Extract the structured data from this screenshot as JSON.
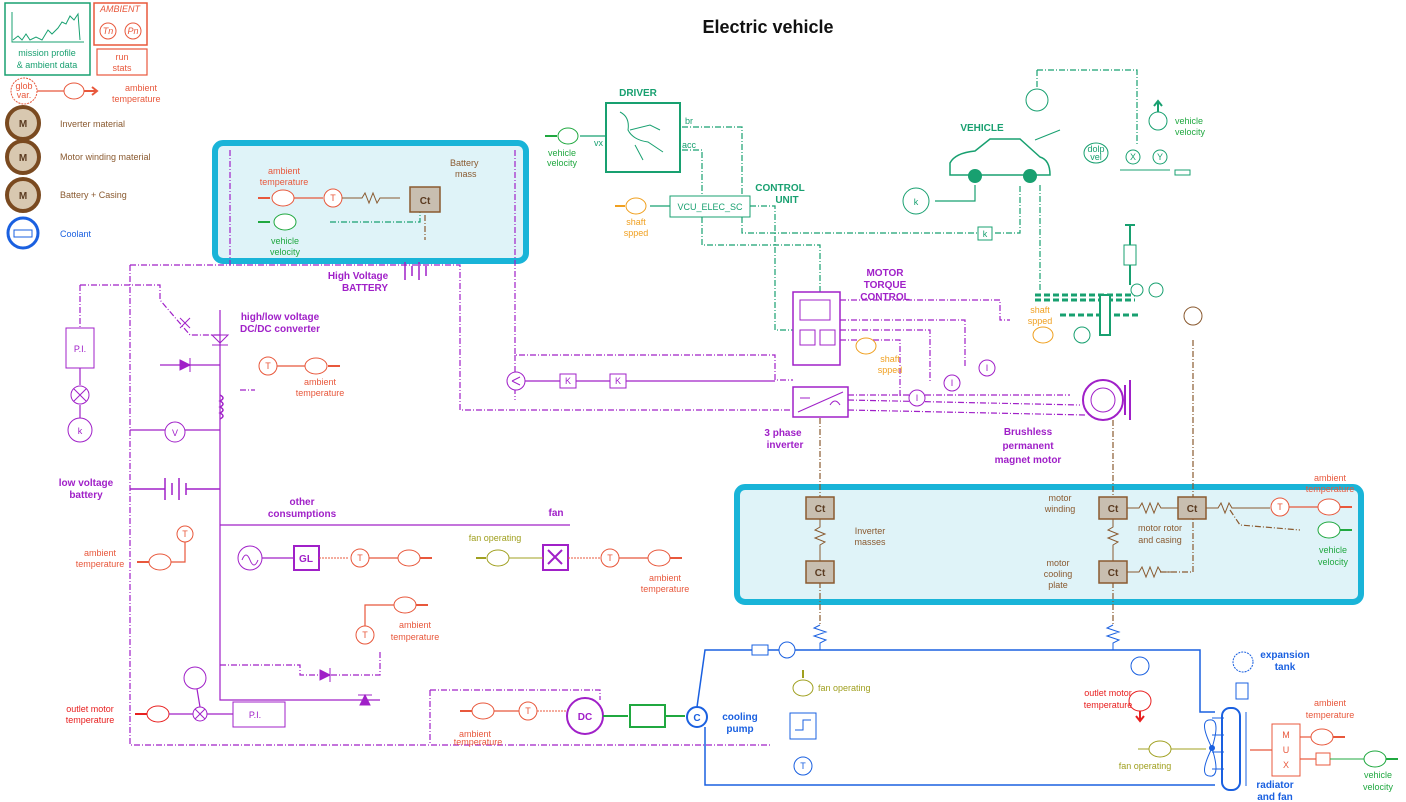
{
  "title": "Electric vehicle",
  "colors": {
    "electrical": "#a020c8",
    "thermal": "#8a5a30",
    "ambient": "#e8583c",
    "control": "#18a070",
    "coolant": "#1a60e0",
    "fan": "#a0a020",
    "shaft": "#f0a020",
    "highlight": "#19b4d8"
  },
  "legend": {
    "mission_profile": [
      "mission profile",
      "& ambient data"
    ],
    "ambient_box": "AMBIENT",
    "tn": "Tn",
    "pn": "Pn",
    "run_stats": [
      "run",
      "stats"
    ],
    "glob_var": [
      "glob",
      "var."
    ],
    "ambient_temperature": [
      "ambient",
      "temperature"
    ],
    "materials": [
      {
        "icon": "M",
        "label": "Inverter material"
      },
      {
        "icon": "M",
        "label": "Motor winding material"
      },
      {
        "icon": "M",
        "label": "Battery + Casing"
      }
    ],
    "coolant": "Coolant"
  },
  "battery": {
    "ambient_temperature": [
      "ambient",
      "temperature"
    ],
    "vehicle_velocity": [
      "vehicle",
      "velocity"
    ],
    "battery_mass": [
      "Battery",
      "mass"
    ],
    "ct": "Ct",
    "t": "T",
    "label": [
      "High Voltage",
      "BATTERY"
    ]
  },
  "driver": {
    "label": "DRIVER",
    "vehicle_velocity": [
      "vehicle",
      "velocity"
    ],
    "br": "br",
    "acc": "acc",
    "vx": "vx"
  },
  "control_unit": {
    "block": "VCU_ELEC_SC",
    "label": [
      "CONTROL",
      "UNIT"
    ],
    "shaft_speed": [
      "shaft",
      "spped"
    ]
  },
  "vehicle": {
    "label": "VEHICLE",
    "vehicle_velocity": [
      "vehicle",
      "velocity"
    ],
    "k": "k",
    "x": "X",
    "y": "Y",
    "dolp": [
      "dolp",
      "vel"
    ],
    "shaft_speed": [
      "shaft",
      "spped"
    ]
  },
  "motor_torque_control": {
    "label": [
      "MOTOR",
      "TORQUE",
      "CONTROL"
    ],
    "shaft_speed": [
      "shaft",
      "spped"
    ]
  },
  "inverter": {
    "label": [
      "3 phase",
      "inverter"
    ],
    "i": "I"
  },
  "motor": {
    "label": [
      "Brushless",
      "permanent",
      "magnet motor"
    ]
  },
  "dcdc": {
    "label": [
      "high/low voltage",
      "DC/DC converter"
    ],
    "pi": "P.I.",
    "k": "k",
    "v": "V",
    "t": "T",
    "ambient_temperature": [
      "ambient",
      "temperature"
    ],
    "k1": "K",
    "k2": "K"
  },
  "low_voltage_battery": {
    "label": [
      "low voltage",
      "battery"
    ],
    "ambient_temperature": [
      "ambient",
      "temperature"
    ],
    "t": "T"
  },
  "other_consumptions": {
    "label": [
      "other",
      "consumptions"
    ],
    "gl": "GL",
    "t": "T"
  },
  "fan": {
    "label": "fan",
    "fan_operating": "fan operating",
    "ambient_temperature": [
      "ambient",
      "temperature"
    ],
    "t": "T"
  },
  "mid_ambient": {
    "ambient_temperature": [
      "ambient",
      "temperature"
    ],
    "t": "T"
  },
  "bottom_left": {
    "outlet_motor_temperature": [
      "outlet motor",
      "temperature"
    ],
    "pi": "P.I.",
    "ambient_temperature": [
      "ambient",
      "temperature"
    ],
    "t": "T",
    "dc": "DC",
    "cooling_pump": [
      "cooling",
      "pump"
    ],
    "c": "C"
  },
  "thermal_masses": {
    "ct": "Ct",
    "inverter_masses": [
      "Inverter",
      "masses"
    ],
    "motor_winding": [
      "motor",
      "winding"
    ],
    "motor_rotor": [
      "motor rotor",
      "and casing"
    ],
    "motor_cooling_plate": [
      "motor",
      "cooling",
      "plate"
    ],
    "ambient_temperature": [
      "ambient",
      "temperature"
    ],
    "vehicle_velocity": [
      "vehicle",
      "velocity"
    ],
    "t": "T"
  },
  "cooling_loop": {
    "fan_operating": "fan operating",
    "t": "T",
    "outlet_motor_temperature": [
      "outlet motor",
      "temperature"
    ],
    "expansion_tank": [
      "expansion",
      "tank"
    ],
    "ambient_temperature": [
      "ambient",
      "temperature"
    ],
    "mux": [
      "M",
      "U",
      "X"
    ],
    "fan_operating_2": "fan operating",
    "vehicle_velocity": [
      "vehicle",
      "velocity"
    ],
    "radiator": [
      "radiator",
      "and fan"
    ]
  }
}
